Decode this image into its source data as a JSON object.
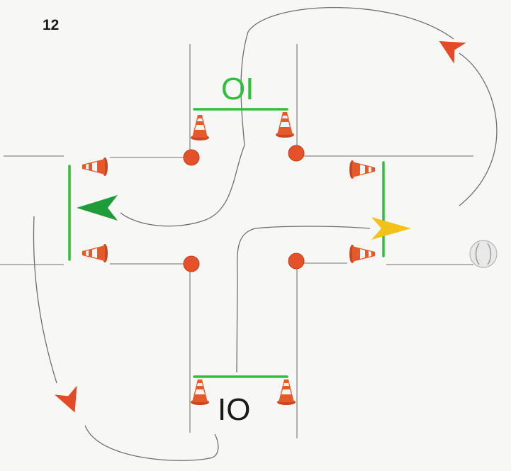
{
  "page_number": "12",
  "gates": {
    "top_label": "OI",
    "bottom_label": "IO"
  },
  "colors": {
    "road_line": "#8a8a8a",
    "path_line": "#6f6f6f",
    "gate_bar": "#2fbf3a",
    "corner_dot": "#e4512b",
    "cone_orange": "#e55a2b",
    "cone_white": "#f4f4f4",
    "arrow_green": "#1f9b3a",
    "arrow_yellow": "#f2c21b",
    "arrow_orange": "#e24b26",
    "start_ball": "#e9e9e9"
  },
  "icons": {
    "cone": "traffic-cone-icon",
    "arrow": "direction-arrow-icon",
    "ball": "start-ball-icon"
  }
}
